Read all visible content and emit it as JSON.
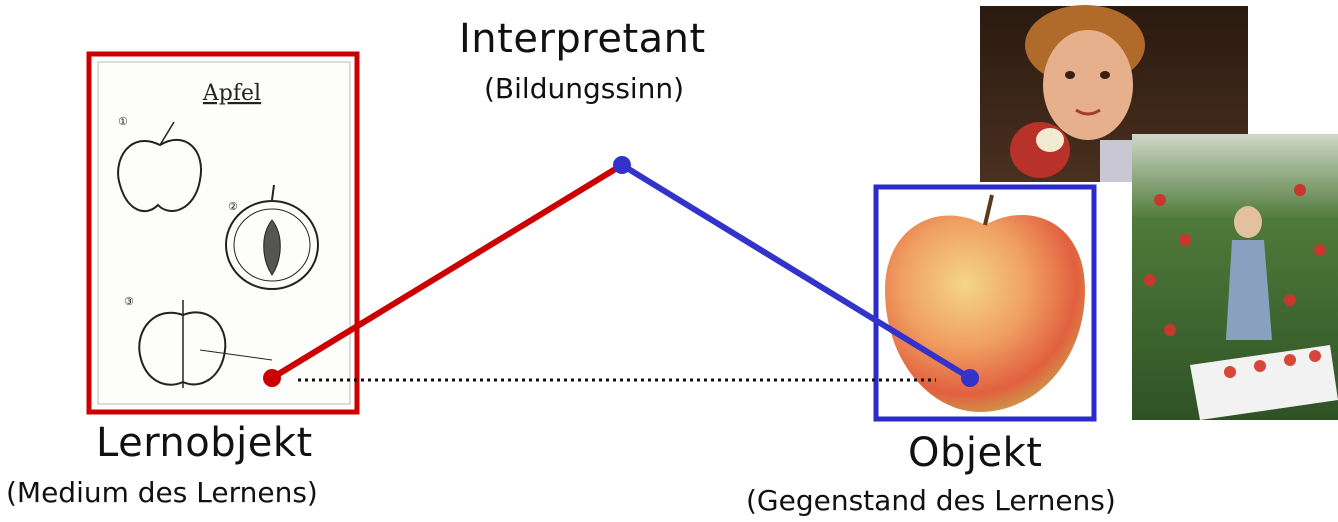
{
  "interpretant": {
    "title": "Interpretant",
    "subtitle": "(Bildungssinn)"
  },
  "lernobjekt": {
    "title": "Lernobjekt",
    "subtitle": "(Medium des Lernens)",
    "worksheet_title": "Apfel",
    "worksheet_numbers": [
      "①",
      "②",
      "③"
    ],
    "frame_color": "#cc0000"
  },
  "objekt": {
    "title": "Objekt",
    "subtitle": "(Gegenstand des Lernens)",
    "frame_color": "#2b2bc8"
  },
  "colors": {
    "red_line": "#cc0000",
    "blue_line": "#3333cc",
    "dotted": "#111111"
  }
}
